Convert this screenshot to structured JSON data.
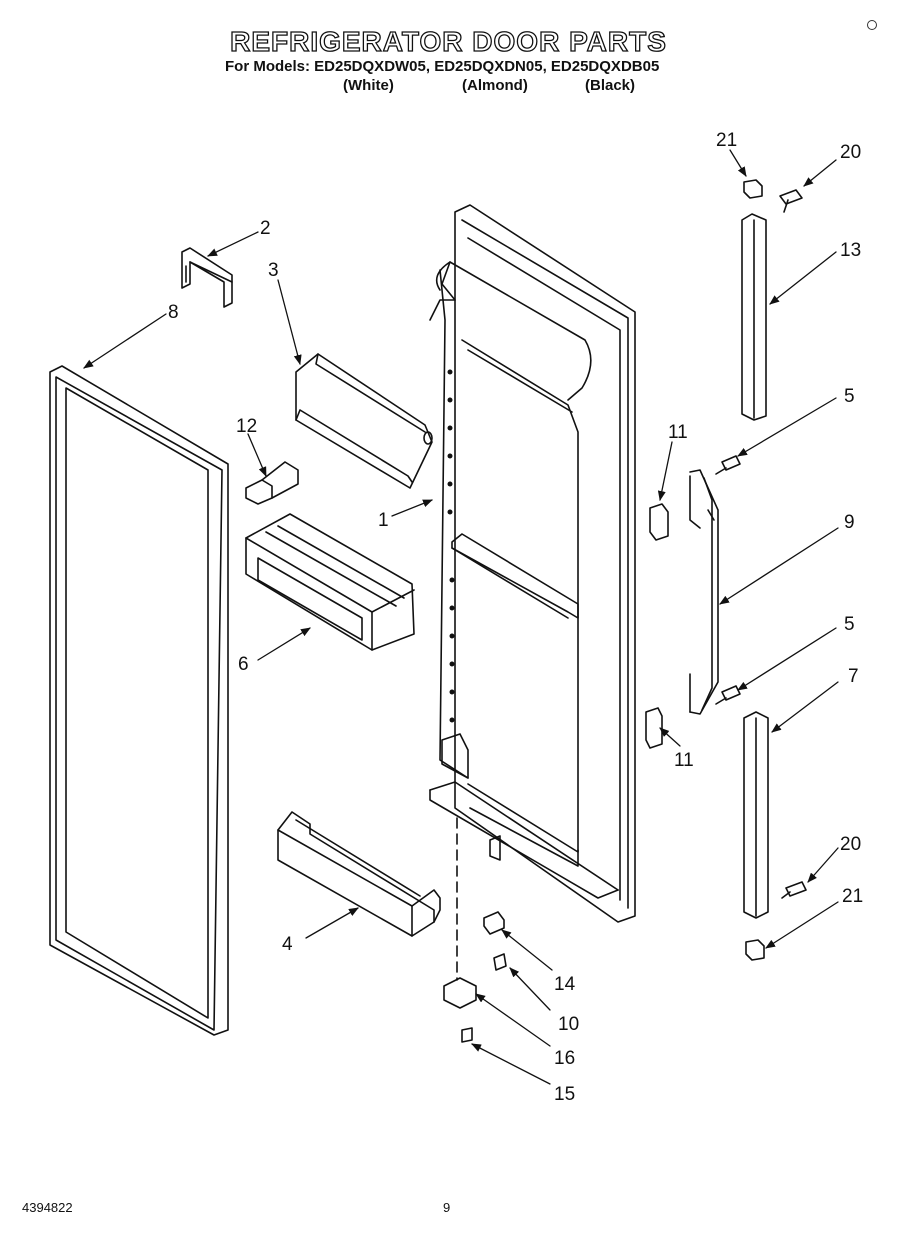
{
  "header": {
    "title": "REFRIGERATOR DOOR PARTS",
    "models_line": "For Models: ED25DQXDW05, ED25DQXDN05, ED25DQXDB05",
    "variants": [
      "(White)",
      "(Almond)",
      "(Black)"
    ]
  },
  "callouts": [
    "21",
    "20",
    "13",
    "2",
    "3",
    "8",
    "5",
    "11",
    "12",
    "9",
    "1",
    "6",
    "5",
    "7",
    "11",
    "20",
    "21",
    "4",
    "14",
    "10",
    "16",
    "15"
  ],
  "footer": {
    "doc_number": "4394822",
    "page_number": "9"
  }
}
